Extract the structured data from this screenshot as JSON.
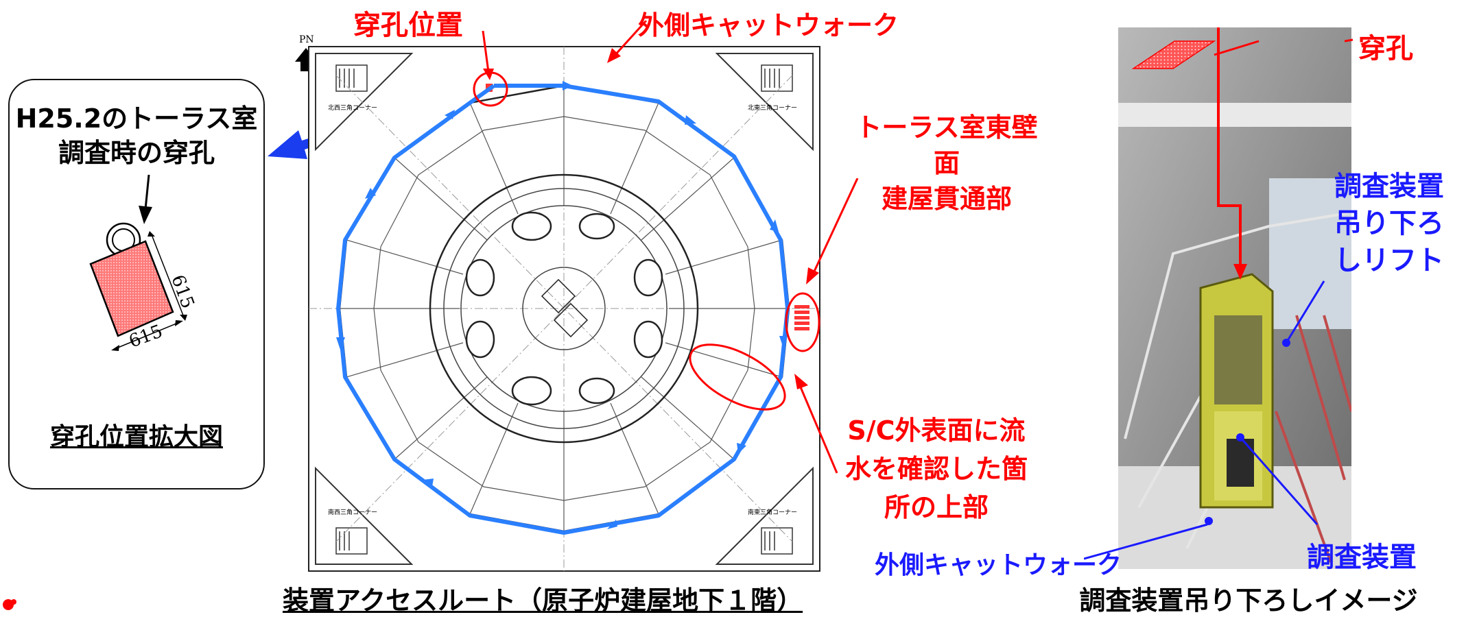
{
  "left_panel": {
    "title_line1": "H25.2のトーラス室",
    "title_line2": "調査時の穿孔",
    "dim_side": "615",
    "dim_bottom": "615",
    "caption": "穿孔位置拡大図"
  },
  "center_plan": {
    "north_label": "PN",
    "corner_nw": "北西三角コーナー",
    "corner_ne": "北東三角コーナー",
    "corner_sw": "南西三角コーナー",
    "corner_se": "南東三角コーナー",
    "label_hole_position": "穿孔位置",
    "label_outer_catwalk": "外側キャットウォーク",
    "label_east_wall_line1": "トーラス室東壁面",
    "label_east_wall_line2": "建屋貫通部",
    "label_flow_line1": "S/C外表面に流",
    "label_flow_line2": "水を確認した箇",
    "label_flow_line3": "所の上部",
    "caption": "装置アクセスルート（原子炉建屋地下１階）"
  },
  "right_panel": {
    "label_hole": "穿孔",
    "label_lift_line1": "調査装置",
    "label_lift_line2": "吊り下ろ",
    "label_lift_line3": "しリフト",
    "label_device": "調査装置",
    "label_catwalk": "外側キャットウォーク",
    "caption": "調査装置吊り下ろしイメージ"
  },
  "colors": {
    "accent_red": "#ff0000",
    "accent_blue": "#1a1aff",
    "route_blue": "#2a7fff",
    "hatch_red": "#ff6b6b"
  }
}
